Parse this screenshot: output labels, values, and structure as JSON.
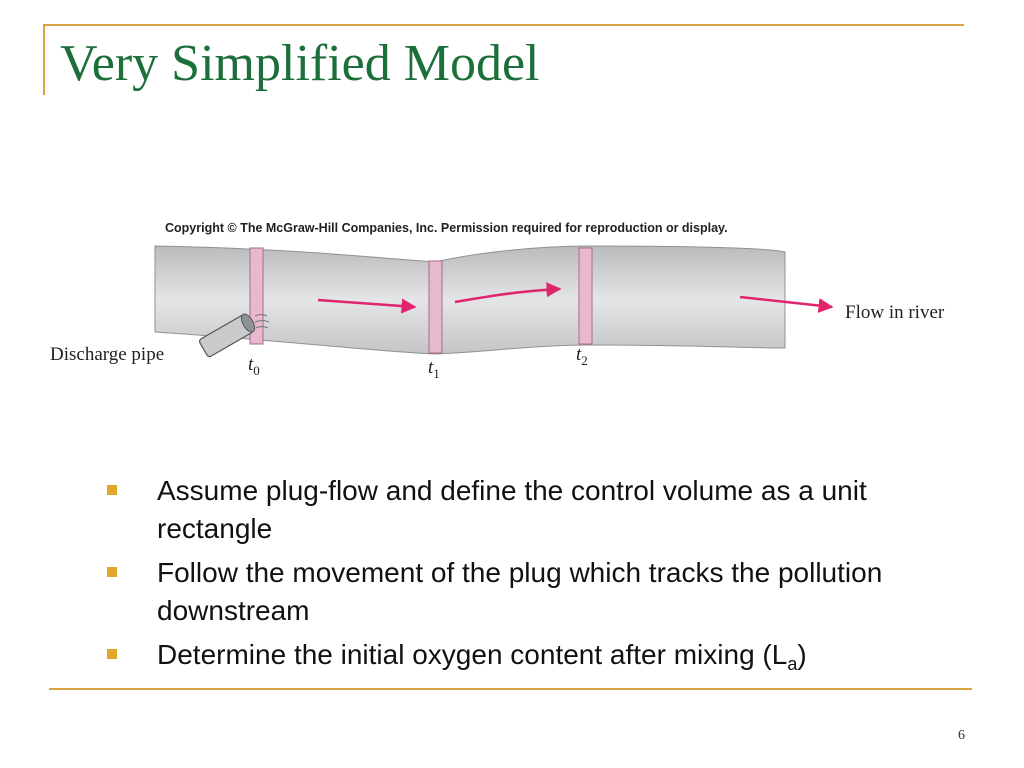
{
  "slide": {
    "title": "Very Simplified Model",
    "page_number": "6",
    "accent_color": "#d9a441",
    "title_color": "#1c6e3a"
  },
  "figure": {
    "copyright": "Copyright © The McGraw-Hill Companies, Inc. Permission required for reproduction or display.",
    "discharge_label": "Discharge pipe",
    "flow_label": "Flow in river",
    "time_labels": [
      {
        "t": "t",
        "sub": "0"
      },
      {
        "t": "t",
        "sub": "1"
      },
      {
        "t": "t",
        "sub": "2"
      }
    ],
    "arrow_color": "#e0246e",
    "plug_color": "#e8b8cf"
  },
  "bullets": [
    {
      "text": "Assume plug-flow and define the control volume as a unit rectangle"
    },
    {
      "text": "Follow the movement of the plug which tracks the pollution downstream"
    },
    {
      "text": "Determine the initial oxygen content after mixing (L",
      "sub": "a",
      "tail": ")"
    }
  ]
}
